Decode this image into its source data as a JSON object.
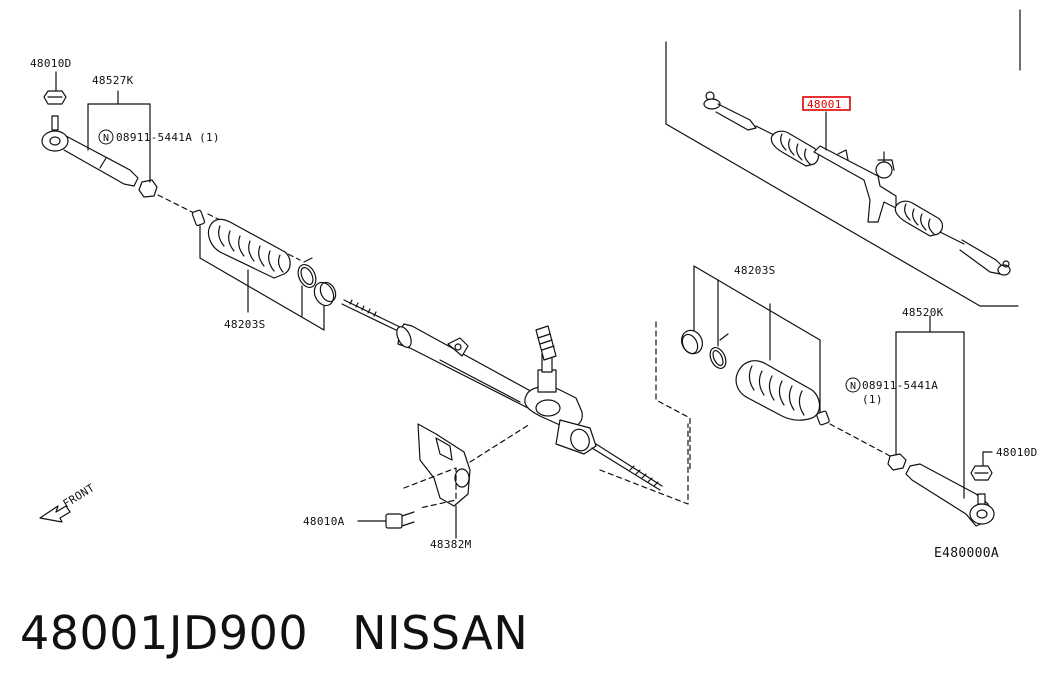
{
  "diagram": {
    "labels": {
      "nut_left": "48010D",
      "tie_rod_end_left": "48527K",
      "note_left": "08911-5441A (1)",
      "boot_left": "48203S",
      "boot_right": "48203S",
      "tie_rod_end_right": "48520K",
      "note_right_code": "08911-5441A",
      "note_right_qty": "(1)",
      "nut_right": "48010D",
      "bolt": "48010A",
      "bracket": "48382M",
      "highlighted_part": "48001",
      "front": "FRONT",
      "diagram_code": "E480000A",
      "n_symbol": "N"
    },
    "highlight_color": "#e00000"
  },
  "caption": {
    "part_number": "48001JD900",
    "brand": "NISSAN"
  }
}
